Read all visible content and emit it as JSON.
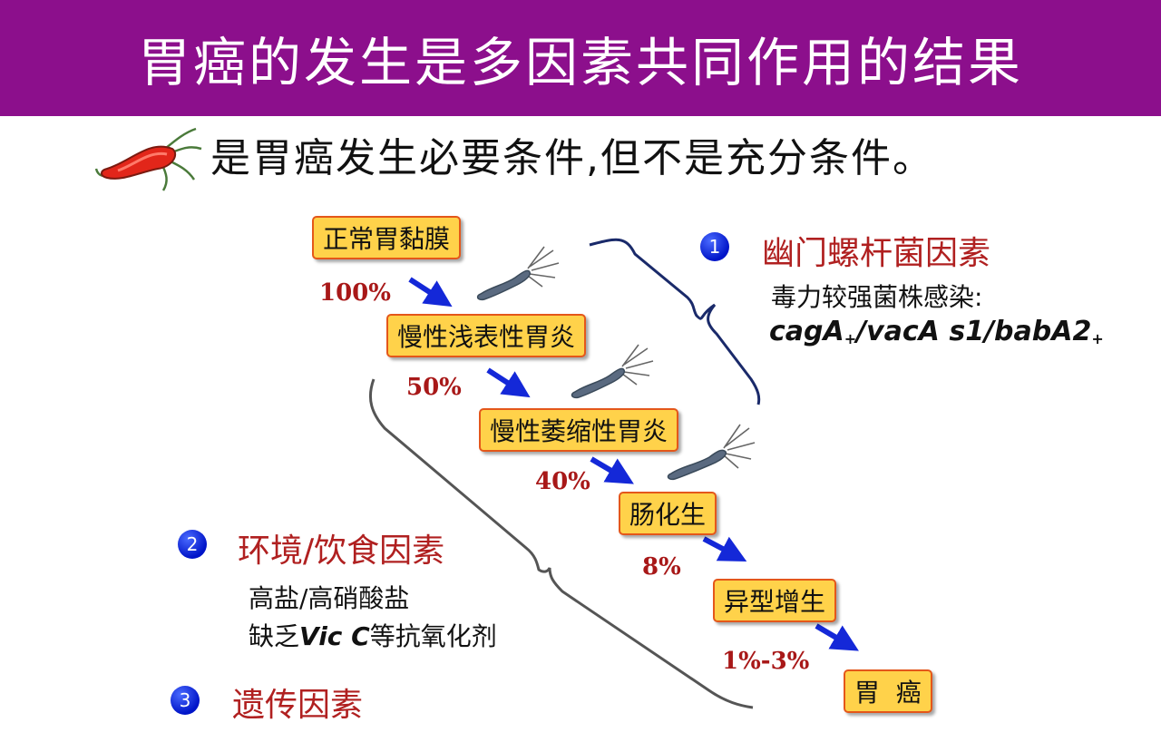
{
  "title": "胃癌的发生是多因素共同作用的结果",
  "subtitle": "是胃癌发生必要条件,但不是充分条件。",
  "stages": [
    {
      "label": "正常胃黏膜"
    },
    {
      "label": "慢性浅表性胃炎"
    },
    {
      "label": "慢性萎缩性胃炎"
    },
    {
      "label": "肠化生"
    },
    {
      "label": "异型增生"
    },
    {
      "label": "胃  癌"
    }
  ],
  "percentages": [
    "100%",
    "50%",
    "40%",
    "8%",
    "1%-3%"
  ],
  "factors": {
    "f1": {
      "number": "1",
      "title": "幽门螺杆菌因素",
      "detail": "毒力较强菌株感染:",
      "genes": {
        "a": "cagA",
        "plus1": "+",
        "b": "/vacA s1/babA2",
        "plus2": "+"
      }
    },
    "f2": {
      "number": "2",
      "title": "环境/饮食因素",
      "line1": "高盐/高硝酸盐",
      "line2_pre": "缺乏",
      "line2_vic": "Vic C",
      "line2_post": "等抗氧化剂"
    },
    "f3": {
      "number": "3",
      "title": "遗传因素"
    }
  },
  "colors": {
    "title_bar": "#8c0f8c",
    "stage_fill": "#ffd24a",
    "stage_border": "#e4571a",
    "arrow": "#1428d8",
    "percent": "#a81818",
    "factor_title": "#b02020",
    "badge": "#0014c8"
  },
  "icons": [
    "helicobacter-icon",
    "bacterium-icon"
  ]
}
